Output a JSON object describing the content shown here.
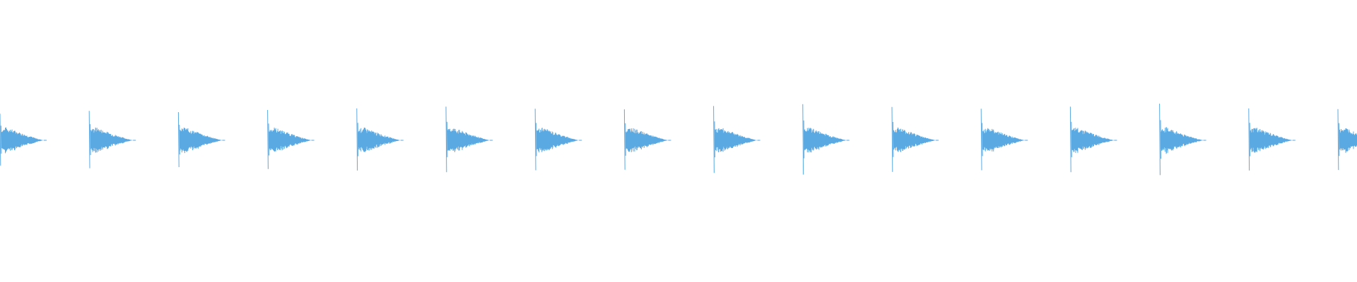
{
  "waveform": {
    "color": "#5aa9e2",
    "background": "#ffffff",
    "pulse_count": 16,
    "pulse_peak_amplitudes": [
      0.88,
      0.97,
      0.93,
      1.0,
      1.05,
      1.11,
      1.04,
      1.02,
      1.13,
      1.19,
      1.1,
      1.04,
      1.11,
      1.21,
      1.05,
      1.03
    ],
    "pulse_body_amplitude": 0.35,
    "last_pulse_truncated": true
  }
}
